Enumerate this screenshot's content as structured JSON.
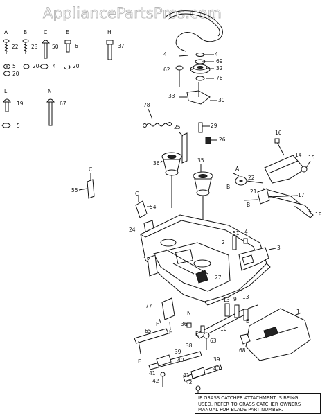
{
  "watermark": "AppliancePartsPros.com",
  "hardware_legend": {
    "top_row": [
      {
        "letter": "A",
        "part": "22"
      },
      {
        "letter": "B",
        "part": "23"
      },
      {
        "letter": "C",
        "part": "50"
      },
      {
        "letter": "E",
        "part": "6"
      },
      {
        "letter": "H",
        "part": "37"
      }
    ],
    "middle_row": [
      {
        "part": "5"
      },
      {
        "part": "20"
      },
      {
        "part": "4"
      },
      {
        "part": "20"
      }
    ],
    "middle_extra": "20",
    "bottom_row": [
      {
        "letter": "L",
        "part": "19"
      },
      {
        "letter": "N",
        "part": "67"
      }
    ],
    "washer": "5"
  },
  "callouts": [
    "4",
    "4",
    "62",
    "69",
    "32",
    "76",
    "33",
    "30",
    "78",
    "29",
    "26",
    "25",
    "36",
    "35",
    "55",
    "C",
    "C",
    "54",
    "16",
    "A",
    "22",
    "15",
    "14",
    "21",
    "17",
    "18",
    "B",
    "B",
    "24",
    "51",
    "4",
    "2",
    "3",
    "12",
    "27",
    "77",
    "N",
    "H",
    "H",
    "13",
    "9",
    "13",
    "1",
    "36",
    "10",
    "63",
    "65",
    "E",
    "38",
    "39",
    "40",
    "41",
    "39",
    "40",
    "42",
    "41",
    "42",
    "68",
    "E",
    "E"
  ],
  "note": {
    "lines": [
      "IF GRASS CATCHER ATTACHMENT IS BEING",
      "USED, REFER TO GRASS CATCHER OWNERS",
      "MANUAL FOR BLADE PART NUMBER."
    ]
  }
}
